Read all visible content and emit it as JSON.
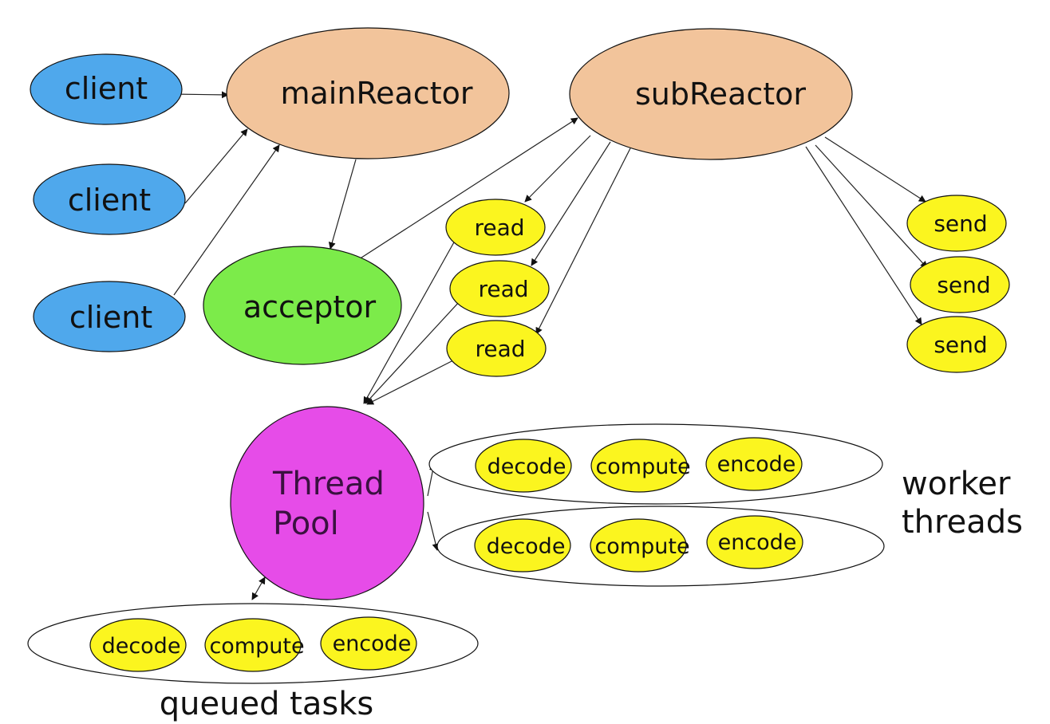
{
  "colors": {
    "client": "#4fa8ec",
    "reactor": "#f2c49b",
    "acceptor": "#7ceb4a",
    "io_task": "#fbf51f",
    "thread_pool": "#e64ce8",
    "group": "#ffffff",
    "stroke": "#111111",
    "pool_text": "#3a1140"
  },
  "nodes": {
    "client_1": "client",
    "client_2": "client",
    "client_3": "client",
    "main_reactor": "mainReactor",
    "sub_reactor": "subReactor",
    "acceptor": "acceptor",
    "read_1": "read",
    "read_2": "read",
    "read_3": "read",
    "send_1": "send",
    "send_2": "send",
    "send_3": "send",
    "thread_pool_line1": "Thread",
    "thread_pool_line2": "Pool"
  },
  "worker_row_1": {
    "decode": "decode",
    "compute": "compute",
    "encode": "encode"
  },
  "worker_row_2": {
    "decode": "decode",
    "compute": "compute",
    "encode": "encode"
  },
  "queue_row": {
    "decode": "decode",
    "compute": "compute",
    "encode": "encode"
  },
  "labels": {
    "worker_threads_line1": "worker",
    "worker_threads_line2": "threads",
    "queued_tasks": "queued tasks"
  }
}
